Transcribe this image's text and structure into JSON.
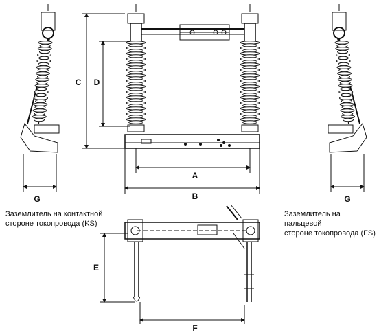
{
  "dimensions": {
    "a": "A",
    "b": "B",
    "c": "C",
    "d": "D",
    "e": "E",
    "f": "F",
    "g_left": "G",
    "g_right": "G"
  },
  "captions": {
    "left_line1": "Заземлитель на контактной",
    "left_line2": "стороне токопровода (KS)",
    "right_line1": "Заземлитель на пальцевой",
    "right_line2": "стороне токопровода (FS)"
  },
  "colors": {
    "ink": "#111111",
    "paper": "#ffffff"
  }
}
